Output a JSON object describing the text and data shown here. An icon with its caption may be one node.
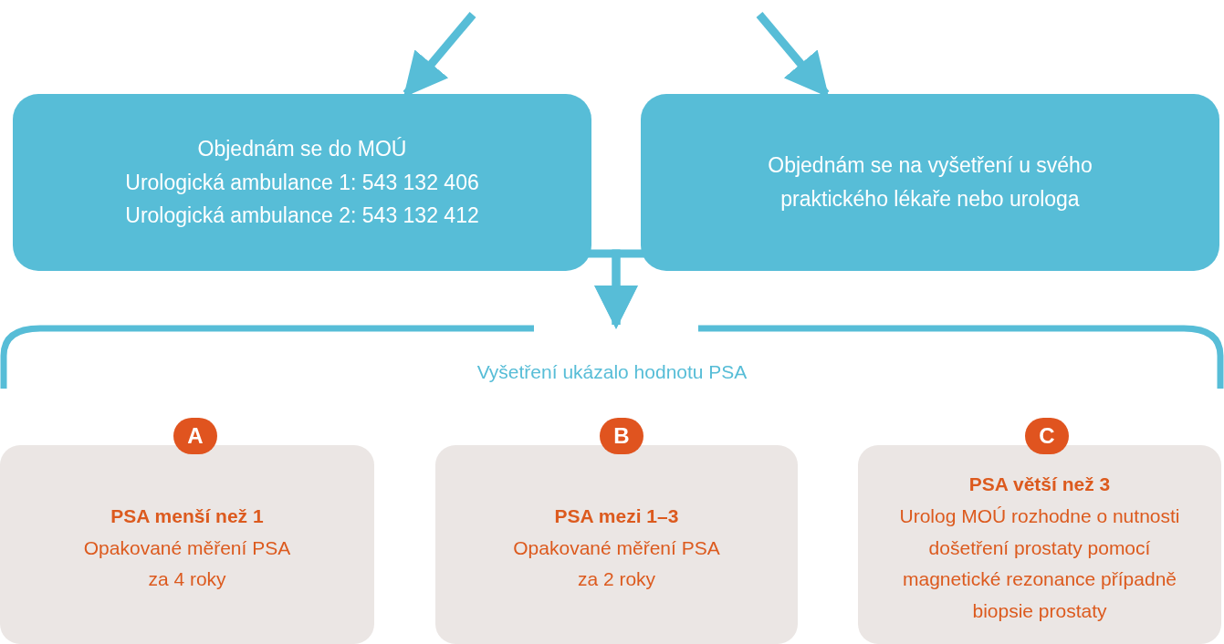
{
  "diagram": {
    "nodes": [
      {
        "text": [
          "Objednám se do MOÚ",
          "Urologická ambulance 1: 543 132 406",
          "Urologická ambulance 2: 543 132 412"
        ]
      },
      {
        "text": [
          "Objednám se na vyšetření u svého praktického lékaře nebo urologa"
        ]
      },
      {
        "text": [
          "Vyšetření ukázalo hodnotu PSA"
        ]
      },
      {
        "text": [
          "A"
        ]
      },
      {
        "text": [
          "PSA menší než 1",
          "Opakované měření PSA za 4 roky"
        ]
      },
      {
        "text": [
          "B"
        ]
      },
      {
        "text": [
          "PSA mezi 1–3",
          "Opakované měření PSA za 2 roky"
        ]
      },
      {
        "text": [
          "C"
        ]
      },
      {
        "text": [
          "PSA větší než 3",
          "Urolog MOÚ rozhodne o nutnosti došetření prostaty pomocí magnetické rezonance případně biopsie prostaty"
        ]
      }
    ],
    "edges": [
      {
        "from": null,
        "to": 0,
        "arrow": "to"
      },
      {
        "from": null,
        "to": 1,
        "arrow": "to"
      },
      {
        "from": 0,
        "to": 2,
        "arrow": "to"
      },
      {
        "from": 1,
        "to": 2,
        "arrow": "to"
      }
    ]
  }
}
